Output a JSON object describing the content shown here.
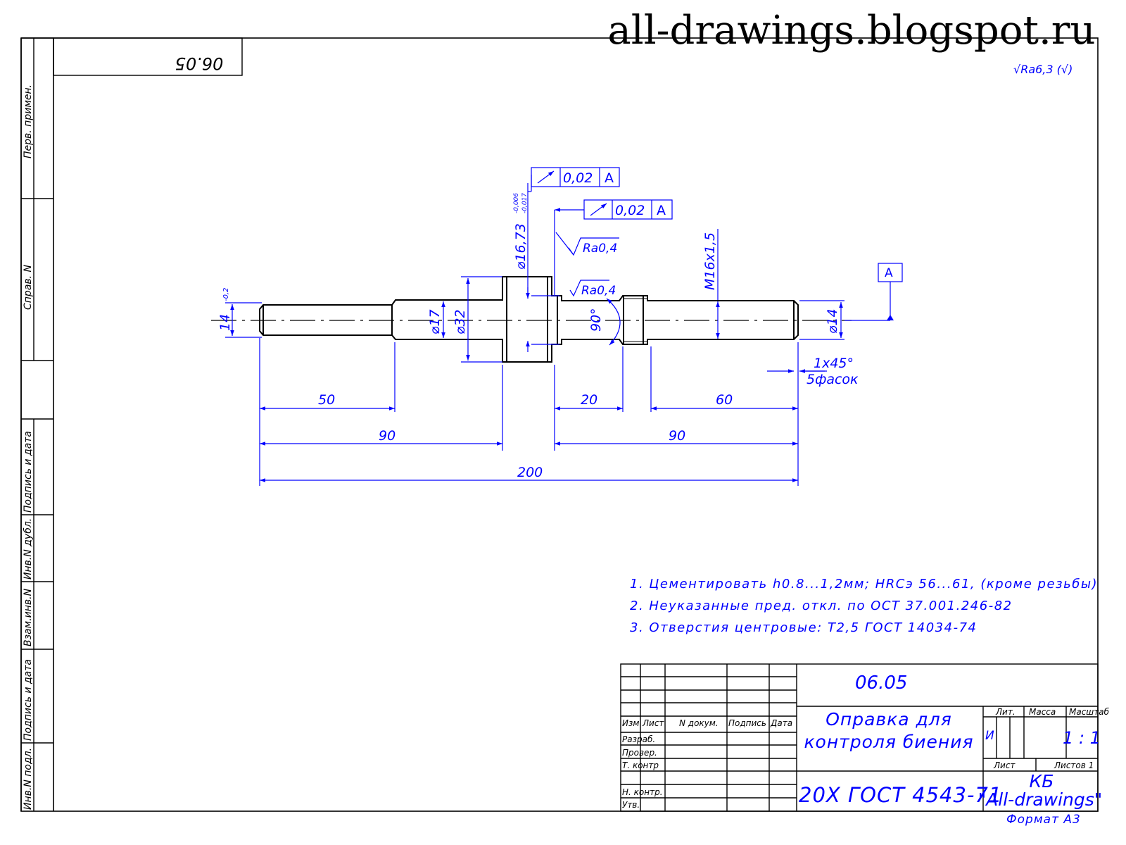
{
  "watermark": "all-drawings.blogspot.ru",
  "corner_code": "06.05",
  "surface_note": "√Ra6,3 (√)",
  "side_stamp": {
    "perv_primen": "Перв. примен.",
    "sprav_n": "Справ. N",
    "podpis_data_1": "Подпись и дата",
    "inv_dubl": "Инв.N дубл.",
    "vzam_inv": "Взам.инв.N",
    "podpis_data_2": "Подпись и дата",
    "inv_podl": "Инв.N подл."
  },
  "tolerances": {
    "frame1": {
      "value": "0,02",
      "datum": "A"
    },
    "frame2": {
      "value": "0,02",
      "datum": "A"
    },
    "datum_label": "A"
  },
  "roughness": {
    "r1": "Ra0,4",
    "r2": "Ra0,4"
  },
  "dims": {
    "d14_left": "14",
    "d14_left_tol": "-0,2",
    "d17": "⌀17",
    "d32": "⌀32",
    "d1673": "⌀16,73",
    "d1673_tol_up": "-0,006",
    "d1673_tol_lo": "-0,017",
    "m16": "M16x1,5",
    "d14_right": "⌀14",
    "angle": "90°",
    "chamfer": "1x45°",
    "chamfer_count": "5фасок",
    "len_50": "50",
    "len_20": "20",
    "len_60": "60",
    "len_90_left": "90",
    "len_90_right": "90",
    "len_200": "200"
  },
  "notes": [
    "1. Цементировать h0.8...1,2мм; HRCэ 56...61, (кроме резьбы)",
    "2. Неуказанные пред. откл. по ОСТ 37.001.246-82",
    "3. Отверстия центровые: Т2,5 ГОСТ 14034-74"
  ],
  "title_block": {
    "code": "06.05",
    "name_line1": "Оправка для",
    "name_line2": "контроля биения",
    "material": "20Х ГОСТ 4543-71",
    "lit": "Лит.",
    "massa": "Масса",
    "masshtab": "Масштаб",
    "lit_value": "И",
    "scale": "1 : 1",
    "list": "Лист",
    "listov": "Листов 1",
    "org_line1": "КБ",
    "org_line2": "\"All-drawings\"",
    "format": "Формат А3",
    "col_izm": "Изм",
    "col_list": "Лист",
    "col_ndokum": "N докум.",
    "col_podpis": "Подпись",
    "col_data": "Дата",
    "row_razrab": "Разраб.",
    "row_prover": "Провер.",
    "row_tkontr": "Т. контр",
    "row_nkontr": "Н. контр.",
    "row_utv": "Утв."
  }
}
